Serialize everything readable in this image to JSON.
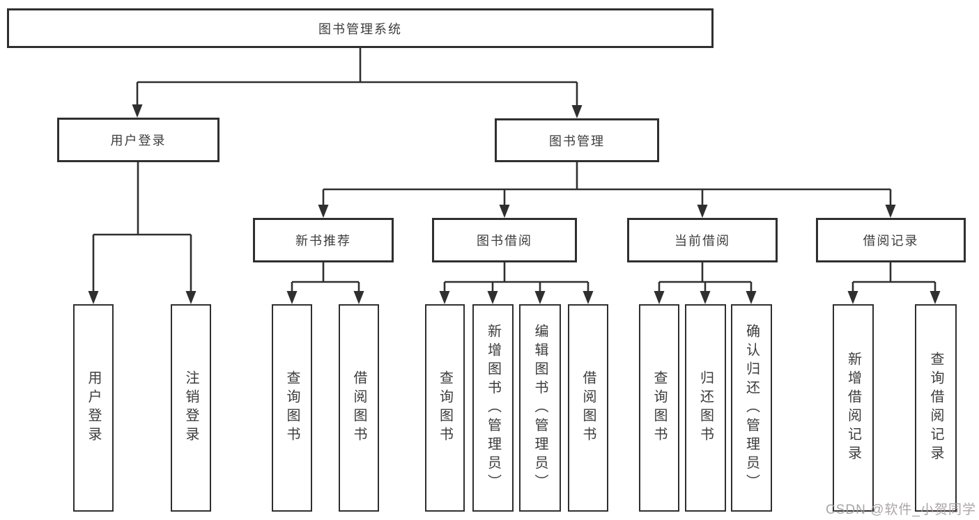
{
  "diagram_title": "图书管理系统",
  "nodes": {
    "root": "图书管理系统",
    "user_login": "用户登录",
    "book_management": "图书管理",
    "new_book_recommend": "新书推荐",
    "book_borrow": "图书借阅",
    "current_borrow": "当前借阅",
    "borrow_records": "借阅记录"
  },
  "leaves": {
    "user_login": "用户登录",
    "logout": "注销登录",
    "nb_query_books": "查询图书",
    "nb_borrow_books": "借阅图书",
    "bb_query_books": "查询图书",
    "bb_add_books_admin": "新增图书（管理员）",
    "bb_edit_books_admin": "编辑图书（管理员）",
    "bb_borrow_books": "借阅图书",
    "cb_query_books": "查询图书",
    "cb_return_books": "归还图书",
    "cb_confirm_return_admin": "确认归还（管理员）",
    "br_add_record": "新增借阅记录",
    "br_query_record": "查询借阅记录"
  },
  "hierarchy": {
    "图书管理系统": [
      "用户登录",
      "图书管理"
    ],
    "用户登录": [
      "用户登录",
      "注销登录"
    ],
    "图书管理": [
      "新书推荐",
      "图书借阅",
      "当前借阅",
      "借阅记录"
    ],
    "新书推荐": [
      "查询图书",
      "借阅图书"
    ],
    "图书借阅": [
      "查询图书",
      "新增图书（管理员）",
      "编辑图书（管理员）",
      "借阅图书"
    ],
    "当前借阅": [
      "查询图书",
      "归还图书",
      "确认归还（管理员）"
    ],
    "借阅记录": [
      "新增借阅记录",
      "查询借阅记录"
    ]
  },
  "watermark": "CSDN @软件_小贺同学",
  "colors": {
    "line": "#2f2f2f",
    "text": "#3c3c3c",
    "background": "#ffffff",
    "watermark": "#a39b9b"
  }
}
